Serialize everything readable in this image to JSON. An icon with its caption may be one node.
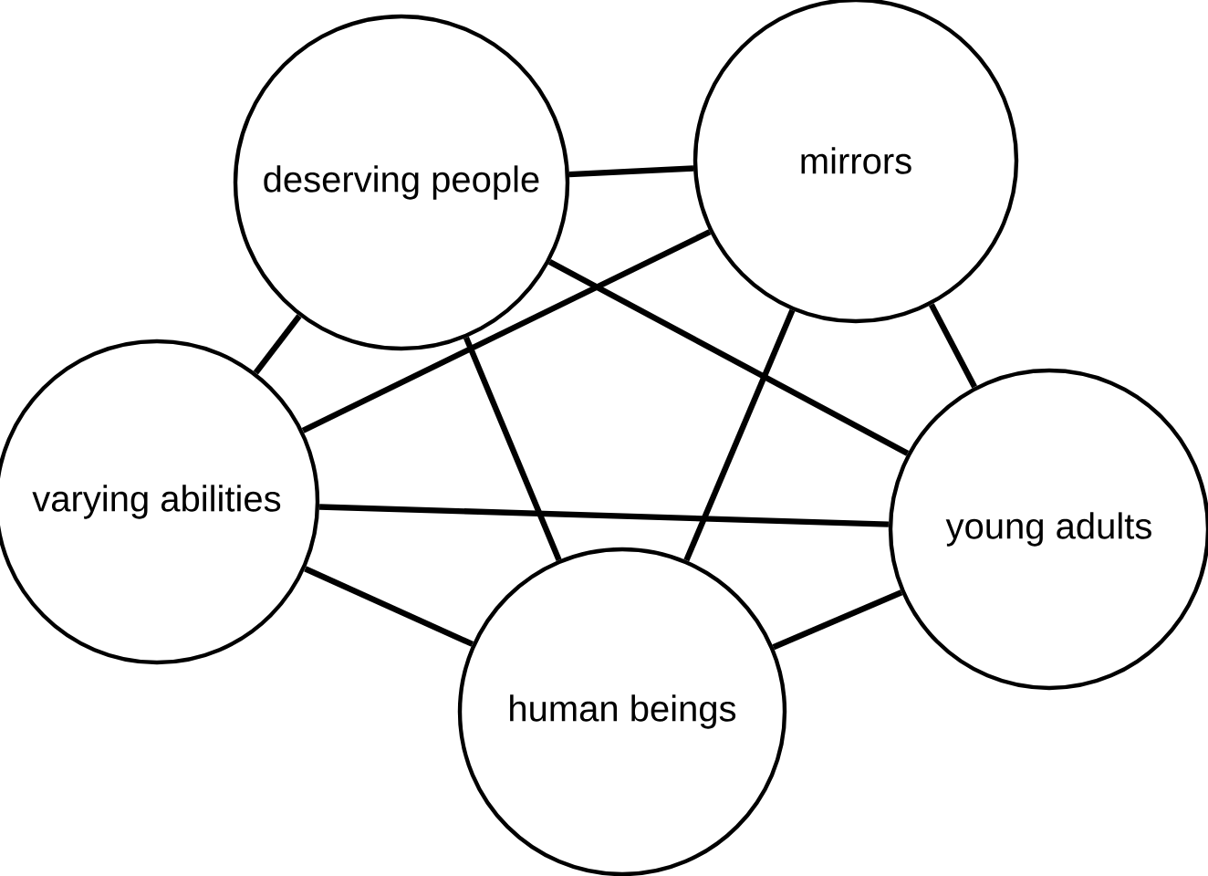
{
  "diagram": {
    "nodes": [
      {
        "text": [
          "deserving people"
        ]
      },
      {
        "text": [
          "mirrors"
        ]
      },
      {
        "text": [
          "varying abilities"
        ]
      },
      {
        "text": [
          "young adults"
        ]
      },
      {
        "text": [
          "human beings"
        ]
      }
    ],
    "edges": [
      {
        "from": 0,
        "to": 1,
        "arrow": "none"
      },
      {
        "from": 0,
        "to": 2,
        "arrow": "none"
      },
      {
        "from": 0,
        "to": 3,
        "arrow": "none"
      },
      {
        "from": 0,
        "to": 4,
        "arrow": "none"
      },
      {
        "from": 1,
        "to": 2,
        "arrow": "none"
      },
      {
        "from": 1,
        "to": 3,
        "arrow": "none"
      },
      {
        "from": 1,
        "to": 4,
        "arrow": "none"
      },
      {
        "from": 2,
        "to": 3,
        "arrow": "none"
      },
      {
        "from": 2,
        "to": 4,
        "arrow": "none"
      },
      {
        "from": 3,
        "to": 4,
        "arrow": "none"
      }
    ]
  }
}
